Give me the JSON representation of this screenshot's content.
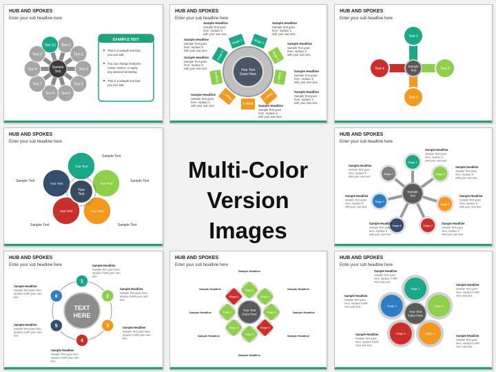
{
  "heading": {
    "line1": "Multi-Color",
    "line2": "Version Images"
  },
  "slide_common": {
    "title": "HUB AND SPOKES",
    "subtitle": "Enter your sub headline here"
  },
  "colors": {
    "green_bar": "#1fa37a",
    "teal": "#1aa889",
    "green": "#7dbb3c",
    "orange": "#f29a1f",
    "red": "#c9302c",
    "navy": "#364d6e",
    "blue": "#2e7cc4",
    "gray": "#7f7f7f",
    "lightgreen": "#8fcf4a"
  },
  "s1": {
    "center": [
      "Sample",
      "Text"
    ],
    "spokes": [
      "Text 1",
      "Text 2",
      "Text 3",
      "Text 4",
      "Text 5",
      "Text 6",
      "Text 7",
      "Text 8",
      "Text 9",
      "Text 10"
    ],
    "panel_title": "EXAMPLE TEXT",
    "bullets": [
      "This is a sample text that you can edit.",
      "You can change font(size, colour, name), or apply any desired formatting.",
      "This is a sample text that you can edit."
    ]
  },
  "s2": {
    "center": [
      "Your Text",
      "Goes Here"
    ],
    "stages": [
      "Stage 1",
      "Stage 2",
      "Stage 3",
      "Stage 4",
      "Stage 5",
      "Stage 6",
      "Stage 7",
      "Stage 8",
      "Stage 9"
    ],
    "headline": "Sample Headline",
    "body": [
      "Sample Text goes",
      "here, replace it",
      "with your own text."
    ]
  },
  "s3": {
    "center": [
      "Sample",
      "Text"
    ],
    "spokes": [
      "Text 1",
      "Text 2",
      "Text 3",
      "Text 4"
    ]
  },
  "s4": {
    "center": [
      "Your",
      "Text"
    ],
    "petals": [
      "Your Text",
      "Your Text",
      "Your Text",
      "Your Text",
      "Your Text"
    ],
    "labels": [
      "Sample Text",
      "Sample Text",
      "Sample Text",
      "Sample Text",
      "Sample Text"
    ]
  },
  "s5": {
    "center": [
      "Sample",
      "Text"
    ],
    "stages": [
      "Stage 1",
      "Stage 2",
      "Stage 3",
      "Stage 4",
      "Stage 5",
      "Stage 6",
      "Stage 7"
    ],
    "headline": "Sample Headline",
    "body": [
      "Sample Text goes",
      "here, replace it",
      "with your own text."
    ]
  },
  "s6": {
    "center": [
      "TEXT",
      "HERE"
    ],
    "nodes": [
      "1",
      "2",
      "3",
      "4",
      "5",
      "6"
    ],
    "headline": "Sample Headline",
    "body": [
      "Sample Text goes here,",
      "replace it with your own",
      "text."
    ]
  },
  "s7": {
    "center": [
      "Your Text",
      "Goes Here"
    ],
    "stages": [
      "Stage 1",
      "Stage 2",
      "Stage 3",
      "Stage 4",
      "Stage 5",
      "Stage 6",
      "Stage 7",
      "Stage 8"
    ],
    "headline": "Sample Headline"
  },
  "s8": {
    "center": [
      "Your Text",
      "Goes Here"
    ],
    "stages": [
      "Stage 1",
      "Stage 2",
      "Stage 3",
      "Stage 4",
      "Stage 5"
    ],
    "headline": "Sample Headline",
    "body": [
      "Sample Text goes",
      "here, replace it with",
      "Your own text."
    ]
  }
}
